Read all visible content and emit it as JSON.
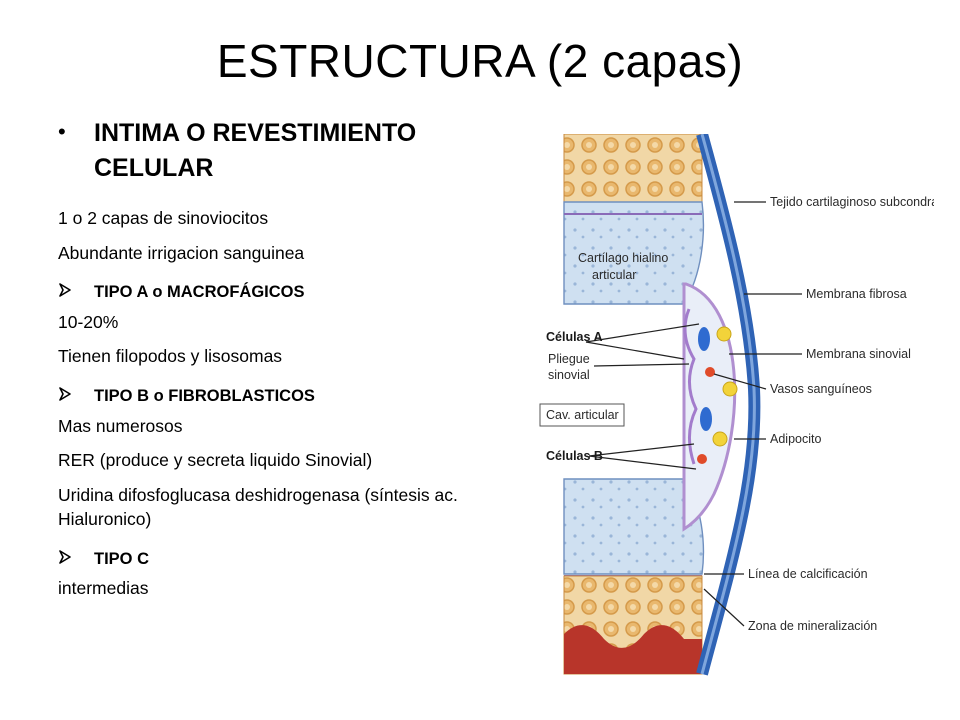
{
  "title": "ESTRUCTURA (2 capas)",
  "bullet": {
    "line1": "INTIMA O REVESTIMIENTO",
    "line2": "CELULAR"
  },
  "lines": [
    {
      "text": "1 o 2 capas de sinoviocitos"
    },
    {
      "text": "Abundante irrigacion sanguinea"
    },
    {
      "text": "TIPO A o MACROFÁGICOS",
      "sub": true
    },
    {
      "text": "10-20%"
    },
    {
      "text": "Tienen filopodos y lisosomas"
    },
    {
      "text": "TIPO B o FIBROBLASTICOS",
      "sub": true
    },
    {
      "text": "Mas numerosos"
    },
    {
      "text": "RER (produce y secreta liquido Sinovial)"
    },
    {
      "text": "Uridina difosfoglucasa deshidrogenasa (síntesis ac. Hialuronico)"
    },
    {
      "text": "TIPO C",
      "sub": true
    },
    {
      "text": "intermedias"
    }
  ],
  "figure": {
    "labels": {
      "cartilaginoso": "Tejido cartilaginoso subcondral",
      "hialino1": "Cartílago hialino",
      "hialino2": "articular",
      "fibrosa": "Membrana fibrosa",
      "celulas_a": "Células A",
      "pliegue1": "Pliegue",
      "pliegue2": "sinovial",
      "sinovial": "Membrana sinovial",
      "vasos": "Vasos sanguíneos",
      "cav": "Cav. articular",
      "adipocito": "Adipocito",
      "celulas_b": "Células B",
      "calcificacion": "Línea de calcificación",
      "mineralizacion": "Zona de mineralización"
    }
  }
}
